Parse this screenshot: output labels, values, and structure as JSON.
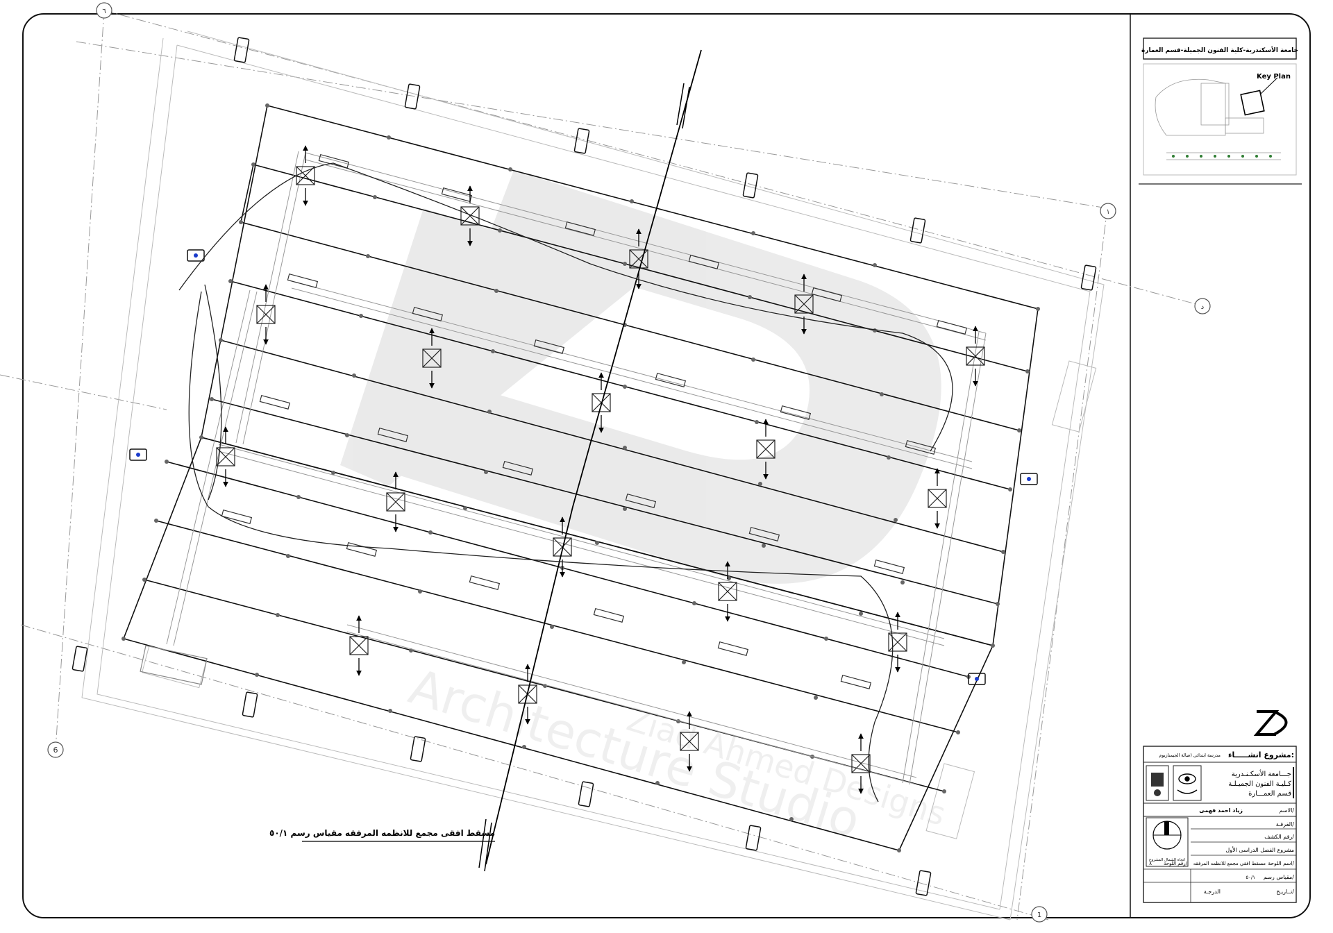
{
  "drawing": {
    "caption": "مسقط افقى مجمع للانظمه المرفقه مقياس رسم ٥٠/١",
    "grid_bubbles": {
      "top_left": "٦",
      "top_right": "١",
      "right_mid": "د",
      "left_bottom": "6",
      "bottom_right": "1"
    },
    "watermark_line1": "Architecture Studio",
    "watermark_line2": "Ziad Ahmed Designs"
  },
  "title_block": {
    "university_header": "جامعة الأسكندرية-كلية الفنون الجميلة-قسم العمارة",
    "key_plan_label": "Key Plan",
    "project_label": "مشروع انشـــــاء:",
    "project_name": "مدرسة ابتدائى (صالة الجيمنازيوم",
    "uni_line1": "جـــامعة الأسكـنـدرية",
    "uni_line2": "كـليـة الفنون الجميـلـة",
    "uni_line3": "قسم العمـــارة",
    "name_label": "الاسم/",
    "name_value": "زياد احمد فهمى",
    "grade_label": "الفرقـة/",
    "list_label": "رقم الكشف/",
    "course": "مشروع الفصل الدراسى الأول",
    "sheet_name_label": "اسم اللوحة/",
    "sheet_name_value": "مسقط افقي مجمع للانظمه المرفقه",
    "sheet_no_label": "رقم اللوحة/",
    "sheet_no_value": "٨",
    "scale_label": "مقياس رسم/",
    "scale_value": "٥٠/١",
    "date_label": "تــاريـخ/",
    "grade_mark_label": "الدرجـة",
    "north_label": "اتجاه الشمال المشروع"
  }
}
